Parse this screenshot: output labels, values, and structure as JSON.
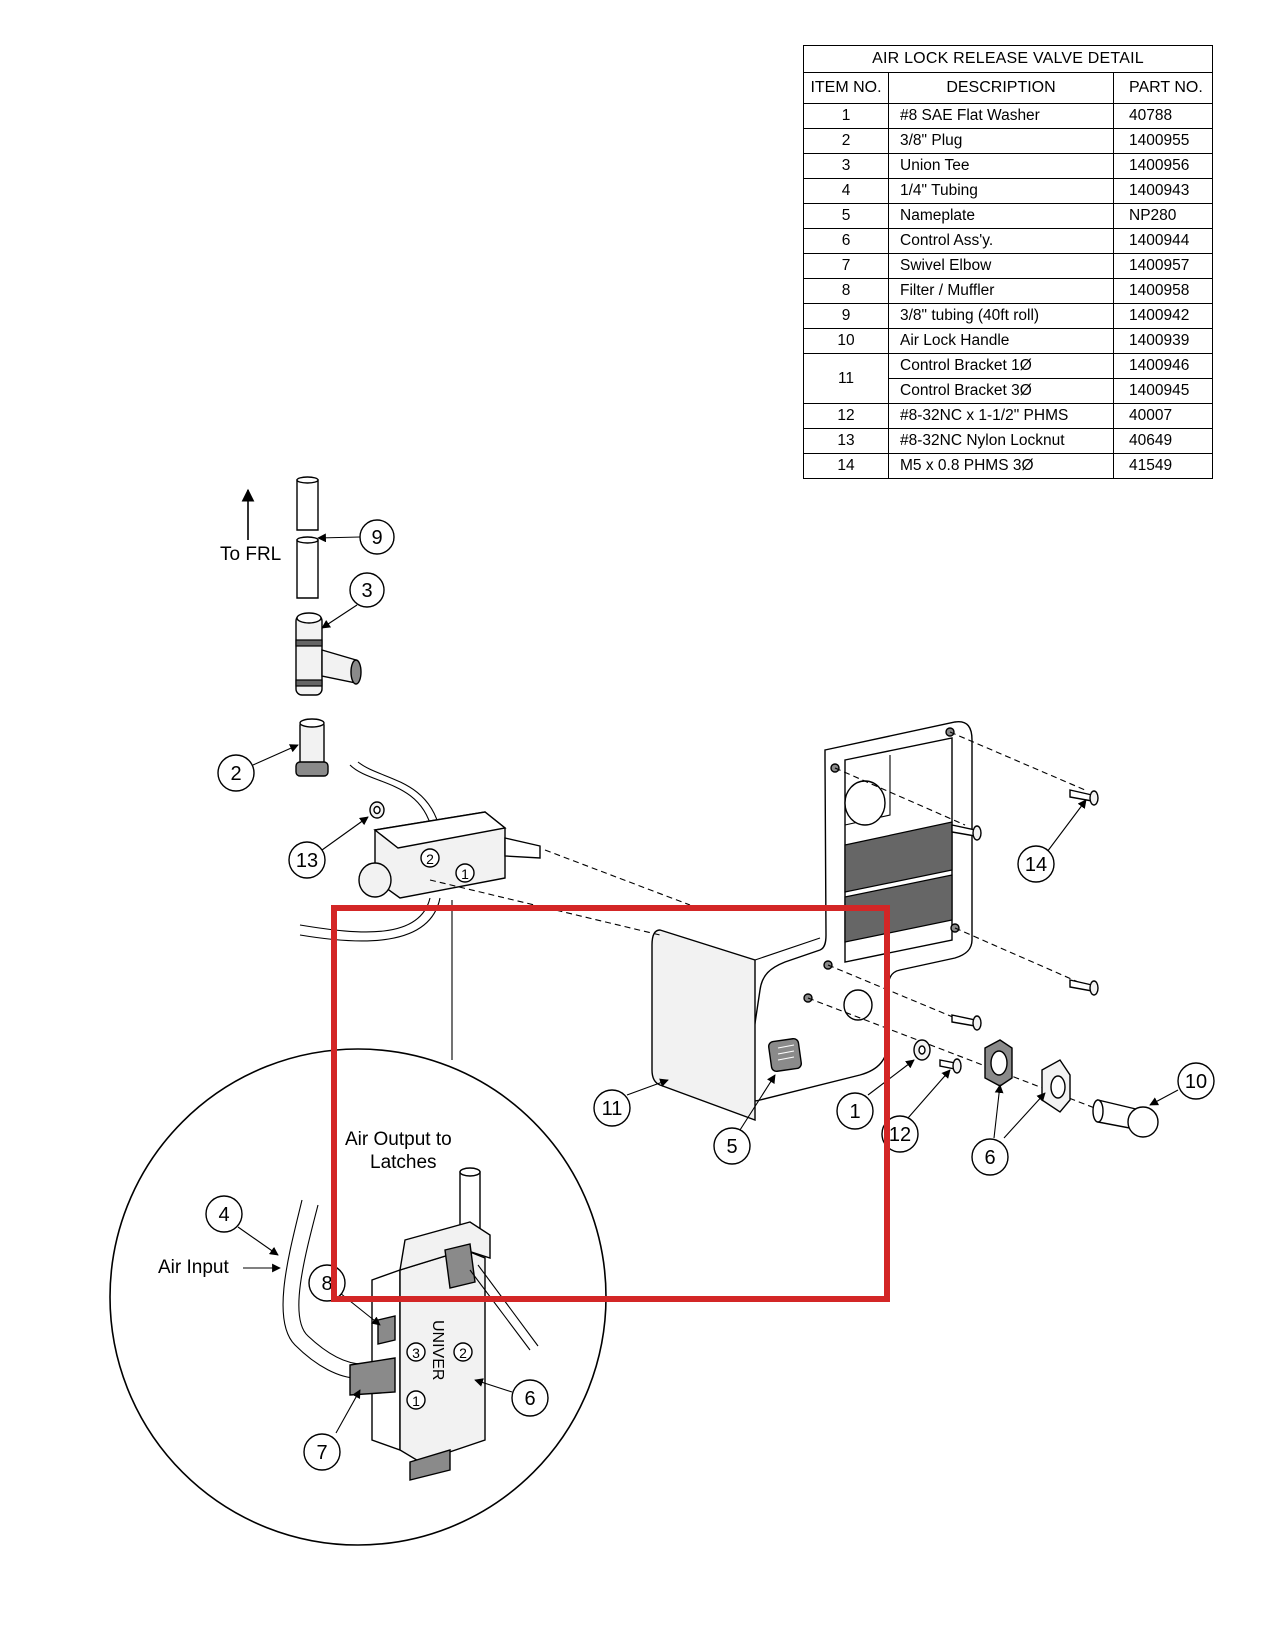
{
  "table": {
    "title": "AIR LOCK RELEASE VALVE DETAIL",
    "headers": {
      "item": "ITEM  NO.",
      "description": "DESCRIPTION",
      "part": "PART  NO."
    },
    "rows": [
      {
        "item": "1",
        "description": "#8 SAE Flat Washer",
        "part": "40788"
      },
      {
        "item": "2",
        "description": "3/8\" Plug",
        "part": "1400955"
      },
      {
        "item": "3",
        "description": "Union Tee",
        "part": "1400956"
      },
      {
        "item": "4",
        "description": "1/4\" Tubing",
        "part": "1400943"
      },
      {
        "item": "5",
        "description": "Nameplate",
        "part": "NP280"
      },
      {
        "item": "6",
        "description": "Control Ass'y.",
        "part": "1400944"
      },
      {
        "item": "7",
        "description": "Swivel Elbow",
        "part": "1400957"
      },
      {
        "item": "8",
        "description": "Filter / Muffler",
        "part": "1400958"
      },
      {
        "item": "9",
        "description": "3/8\" tubing (40ft roll)",
        "part": "1400942"
      },
      {
        "item": "10",
        "description": "Air Lock Handle",
        "part": "1400939"
      },
      {
        "item": "11",
        "description": "Control Bracket 1Ø",
        "part": "1400946"
      },
      {
        "item": "",
        "description": "Control Bracket 3Ø",
        "part": "1400945"
      },
      {
        "item": "12",
        "description": "#8-32NC x 1-1/2\" PHMS",
        "part": "40007"
      },
      {
        "item": "13",
        "description": "#8-32NC Nylon Locknut",
        "part": "40649"
      },
      {
        "item": "14",
        "description": "M5 x 0.8 PHMS 3Ø",
        "part": "41549"
      }
    ]
  },
  "labels": {
    "to_frl": "To FRL",
    "air_output_line1": "Air Output to",
    "air_output_line2": "Latches",
    "air_input": "Air Input",
    "port_1": "1",
    "port_2": "2",
    "port_3": "3",
    "valve_brand": "UNIVER"
  },
  "callouts": [
    "1",
    "2",
    "3",
    "4",
    "5",
    "6",
    "7",
    "8",
    "9",
    "10",
    "11",
    "12",
    "13",
    "14"
  ],
  "colors": {
    "highlight_box": "#d32626",
    "line": "#000000"
  }
}
